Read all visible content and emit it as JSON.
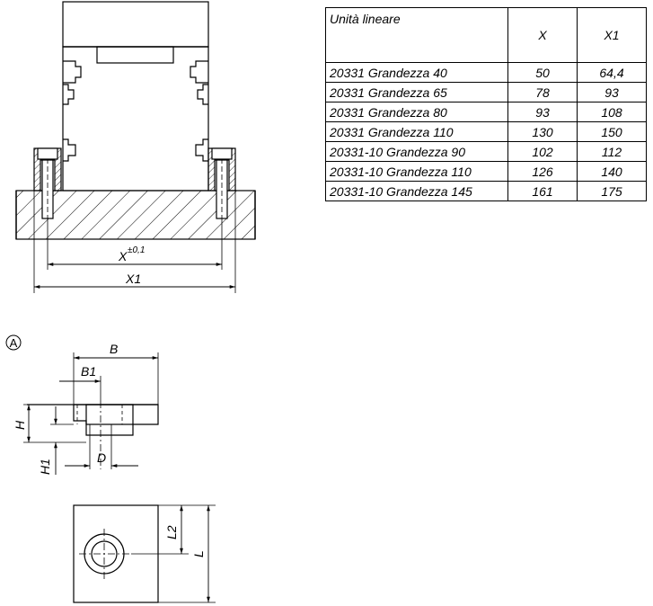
{
  "figure": {
    "dim_x": "X",
    "dim_x_tolerance": "±0,1",
    "dim_x1": "X1",
    "detail_mark": "A",
    "dim_b": "B",
    "dim_b1": "B1",
    "dim_h": "H",
    "dim_h1": "H1",
    "dim_d": "D",
    "dim_l2": "L2",
    "dim_l": "L"
  },
  "table": {
    "headers": [
      "Unità lineare",
      "X",
      "X1"
    ],
    "rows": [
      [
        "20331 Grandezza 40",
        "50",
        "64,4"
      ],
      [
        "20331 Grandezza 65",
        "78",
        "93"
      ],
      [
        "20331 Grandezza 80",
        "93",
        "108"
      ],
      [
        "20331 Grandezza 110",
        "130",
        "150"
      ],
      [
        "20331-10 Grandezza 90",
        "102",
        "112"
      ],
      [
        "20331-10 Grandezza 110",
        "126",
        "140"
      ],
      [
        "20331-10 Grandezza 145",
        "161",
        "175"
      ]
    ]
  }
}
